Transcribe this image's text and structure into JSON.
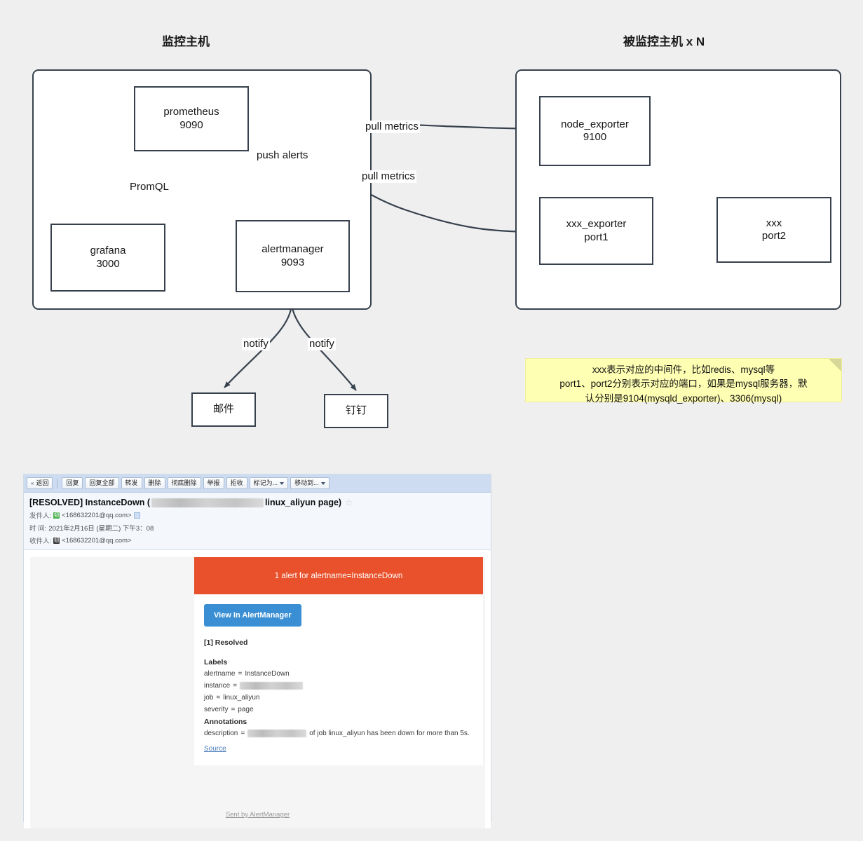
{
  "diagram": {
    "titles": {
      "left": "监控主机",
      "right": "被监控主机 x N"
    },
    "nodes": {
      "prometheus": {
        "name": "prometheus",
        "port": "9090"
      },
      "grafana": {
        "name": "grafana",
        "port": "3000"
      },
      "alertmanager": {
        "name": "alertmanager",
        "port": "9093"
      },
      "node_exporter": {
        "name": "node_exporter",
        "port": "9100"
      },
      "xxx_exporter": {
        "name": "xxx_exporter",
        "port": "port1"
      },
      "xxx": {
        "name": "xxx",
        "port": "port2"
      },
      "email": {
        "name": "邮件"
      },
      "dingtalk": {
        "name": "钉钉"
      }
    },
    "edges": {
      "promql": "PromQL",
      "push_alerts": "push alerts",
      "pull_metrics_1": "pull metrics",
      "pull_metrics_2": "pull metrics",
      "notify_1": "notify",
      "notify_2": "notify"
    },
    "note": {
      "line1": "xxx表示对应的中间件，比如redis、mysql等",
      "line2": "port1、port2分别表示对应的端口，如果是mysql服务器，默",
      "line3": "认分别是9104(mysqld_exporter)、3306(mysql)"
    },
    "colors": {
      "stroke": "#37414d",
      "page_bg": "#efefef",
      "note_bg": "#ffffb4"
    }
  },
  "mail": {
    "toolbar": {
      "back": "返回",
      "reply": "回复",
      "reply_all": "回复全部",
      "forward": "转发",
      "delete": "删除",
      "delete_permanently": "彻底删除",
      "report": "举报",
      "reject": "拒收",
      "mark_as": "标记为...",
      "move_to": "移动到..."
    },
    "subject": {
      "prefix": "[RESOLVED] InstanceDown (",
      "suffix": "linux_aliyun page)"
    },
    "meta": {
      "from_label": "发件人:",
      "from_value": "<168632201@qq.com>",
      "date_label": "时  间:",
      "date_value": "2021年2月16日 (星期二) 下午3：08",
      "to_label": "收件人:",
      "to_value": "<168632201@qq.com>"
    },
    "alert": {
      "banner": "1 alert for alertname=InstanceDown",
      "view_button": "View In AlertManager",
      "status": "[1] Resolved",
      "labels_title": "Labels",
      "labels": [
        {
          "key": "alertname",
          "value": "InstanceDown",
          "redacted": false
        },
        {
          "key": "instance",
          "value": "",
          "redacted": true
        },
        {
          "key": "job",
          "value": "linux_aliyun",
          "redacted": false
        },
        {
          "key": "severity",
          "value": "page",
          "redacted": false
        }
      ],
      "annotations_title": "Annotations",
      "description_key": "description",
      "description_tail": "of job linux_aliyun has been down for more than 5s.",
      "source_link": "Source",
      "footer": "Sent by AlertManager",
      "banner_color": "#e8512b",
      "button_color": "#3a8fd4"
    }
  }
}
